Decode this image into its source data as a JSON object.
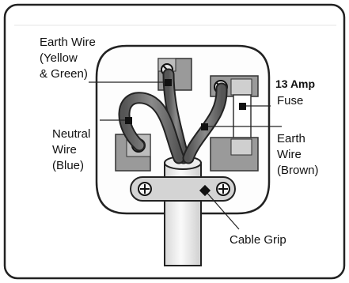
{
  "labels": {
    "earth_wire_green": [
      "Earth Wire",
      "(Yellow",
      "& Green)"
    ],
    "fuse_rating": "13 Amp",
    "fuse": "Fuse",
    "neutral_wire": [
      "Neutral",
      "Wire",
      "(Blue)"
    ],
    "earth_wire_brown": [
      "Earth",
      "Wire",
      "(Brown)"
    ],
    "cable_grip": "Cable Grip"
  }
}
